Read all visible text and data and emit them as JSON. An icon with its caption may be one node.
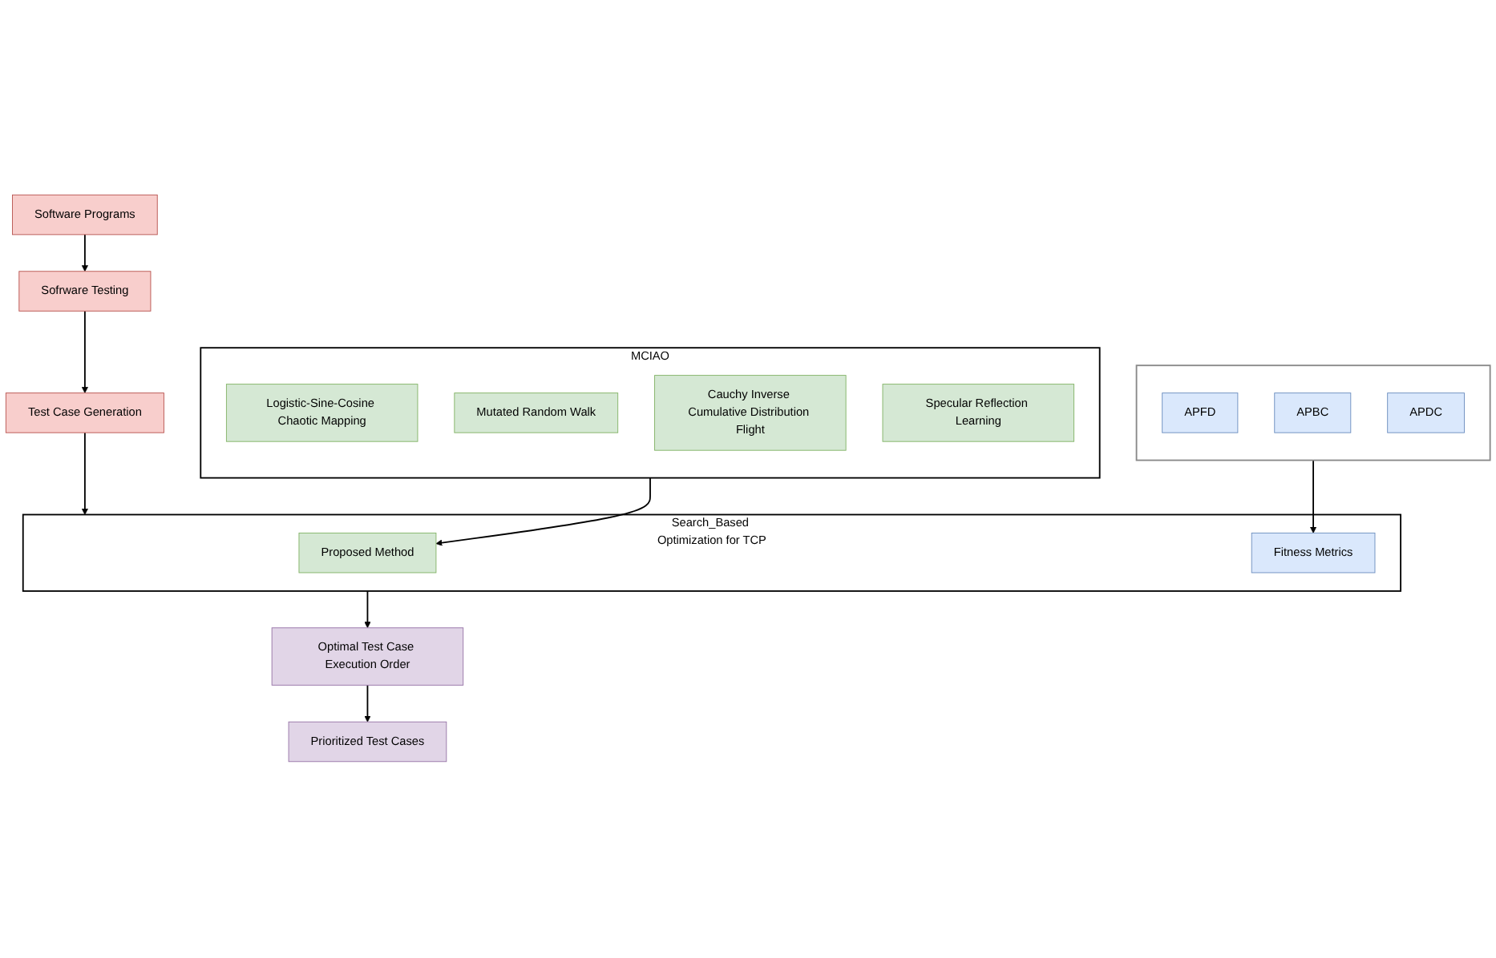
{
  "diagram": {
    "nodes": [
      {
        "text": [
          "Software Programs"
        ]
      },
      {
        "text": [
          "Sofrware Testing"
        ]
      },
      {
        "text": [
          "Test Case Generation"
        ]
      },
      {
        "text": [
          "MCIAO"
        ]
      },
      {
        "text": [
          "Logistic-Sine-Cosine Chaotic Mapping"
        ],
        "in": 3
      },
      {
        "text": [
          "Mutated Random Walk"
        ],
        "in": 3
      },
      {
        "text": [
          "Cauchy Inverse Cumulative Distribution Flight"
        ],
        "in": 3
      },
      {
        "text": [
          "Specular Reflection Learning"
        ],
        "in": 3
      },
      {
        "text": [
          "Search_Based Optimization for TCP"
        ]
      },
      {
        "text": [
          "Proposed Method"
        ],
        "in": 8
      },
      {
        "text": [
          "Fitness Metrics"
        ],
        "in": 8
      },
      {
        "text": [],
        "shape": "box"
      },
      {
        "text": [
          "APFD"
        ],
        "in": 11
      },
      {
        "text": [
          "APBC"
        ],
        "in": 11
      },
      {
        "text": [
          "APDC"
        ],
        "in": 11
      },
      {
        "text": [
          "Optimal Test Case Execution Order"
        ]
      },
      {
        "text": [
          "Prioritized Test Cases"
        ]
      }
    ],
    "edges": [
      {
        "from": 0,
        "to": 1,
        "arrow": "to"
      },
      {
        "from": 1,
        "to": 2,
        "arrow": "to"
      },
      {
        "from": 2,
        "to": 8,
        "arrow": "to"
      },
      {
        "from": 3,
        "to": 9,
        "arrow": "to"
      },
      {
        "from": 11,
        "to": 10,
        "arrow": "to"
      },
      {
        "from": 8,
        "to": 15,
        "arrow": "to"
      },
      {
        "from": 15,
        "to": 16,
        "arrow": "to"
      }
    ]
  }
}
